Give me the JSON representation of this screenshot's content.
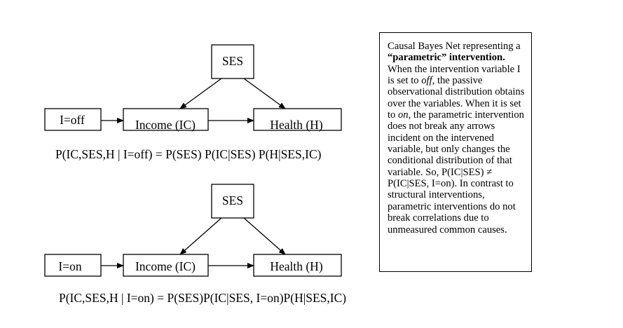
{
  "diagram_top": {
    "nodes": {
      "ses": "SES",
      "intervention": "I=off",
      "income": "Income (IC)",
      "health": "Health (H)"
    },
    "formula": "P(IC,SES,H | I=off) = P(SES) P(IC|SES) P(H|SES,IC)"
  },
  "diagram_bottom": {
    "nodes": {
      "ses": "SES",
      "intervention": "I=on",
      "income": "Income (IC)",
      "health": "Health (H)"
    },
    "formula": "P(IC,SES,H | I=on) = P(SES)P(IC|SES, I=on)P(H|SES,IC)"
  },
  "caption": {
    "line_1": "Causal Bayes Net representing a",
    "line_2_bold": "“parametric” intervention.",
    "text_3": "When the intervention variable I is set to ",
    "italic_off": "off",
    "text_4": ", the passive observational distribution obtains over the variables. When it is set to ",
    "italic_on": "on",
    "text_5": ", the parametric intervention does not break any arrows incident on the intervened variable, but only changes the conditional distribution of that variable. So, P(IC|SES) ≠ P(IC|SES, I=on). In contrast to structural interventions, parametric interventions do not break correlations due to unmeasured common causes."
  }
}
